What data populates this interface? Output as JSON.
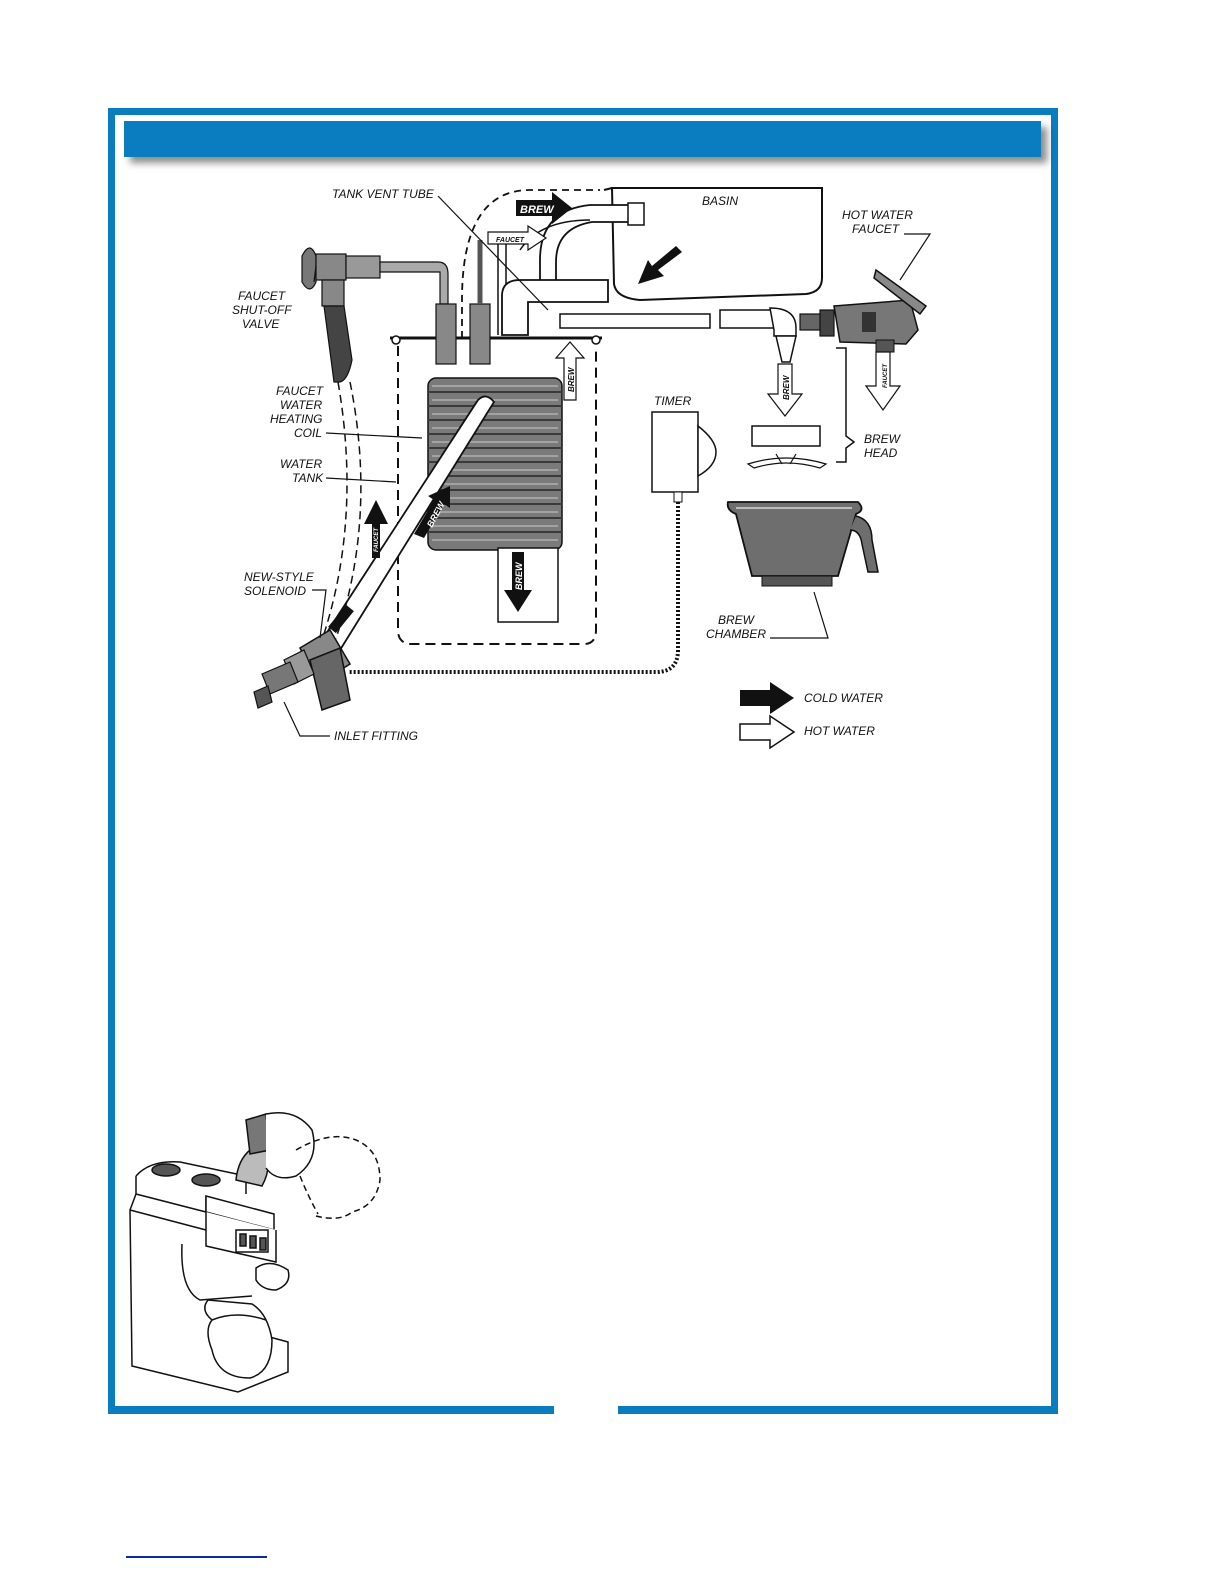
{
  "colors": {
    "frame": "#0a7cc0",
    "footer_rule": "#0a2aa0"
  },
  "labels": {
    "tank_vent_tube": "TANK VENT TUBE",
    "basin": "BASIN",
    "hot_water_faucet_1": "HOT WATER",
    "hot_water_faucet_2": "FAUCET",
    "faucet_shutoff_1": "FAUCET",
    "faucet_shutoff_2": "SHUT-OFF",
    "faucet_shutoff_3": "VALVE",
    "heating_coil_1": "FAUCET",
    "heating_coil_2": "WATER",
    "heating_coil_3": "HEATING",
    "heating_coil_4": "COIL",
    "water_tank_1": "WATER",
    "water_tank_2": "TANK",
    "timer": "TIMER",
    "brew_head_1": "BREW",
    "brew_head_2": "HEAD",
    "brew_chamber_1": "BREW",
    "brew_chamber_2": "CHAMBER",
    "solenoid_1": "NEW-STYLE",
    "solenoid_2": "SOLENOID",
    "inlet_fitting": "INLET FITTING"
  },
  "arrow_text": {
    "brew": "BREW",
    "faucet": "FAUCET"
  },
  "legend": {
    "cold_water": "COLD WATER",
    "hot_water": "HOT WATER"
  }
}
